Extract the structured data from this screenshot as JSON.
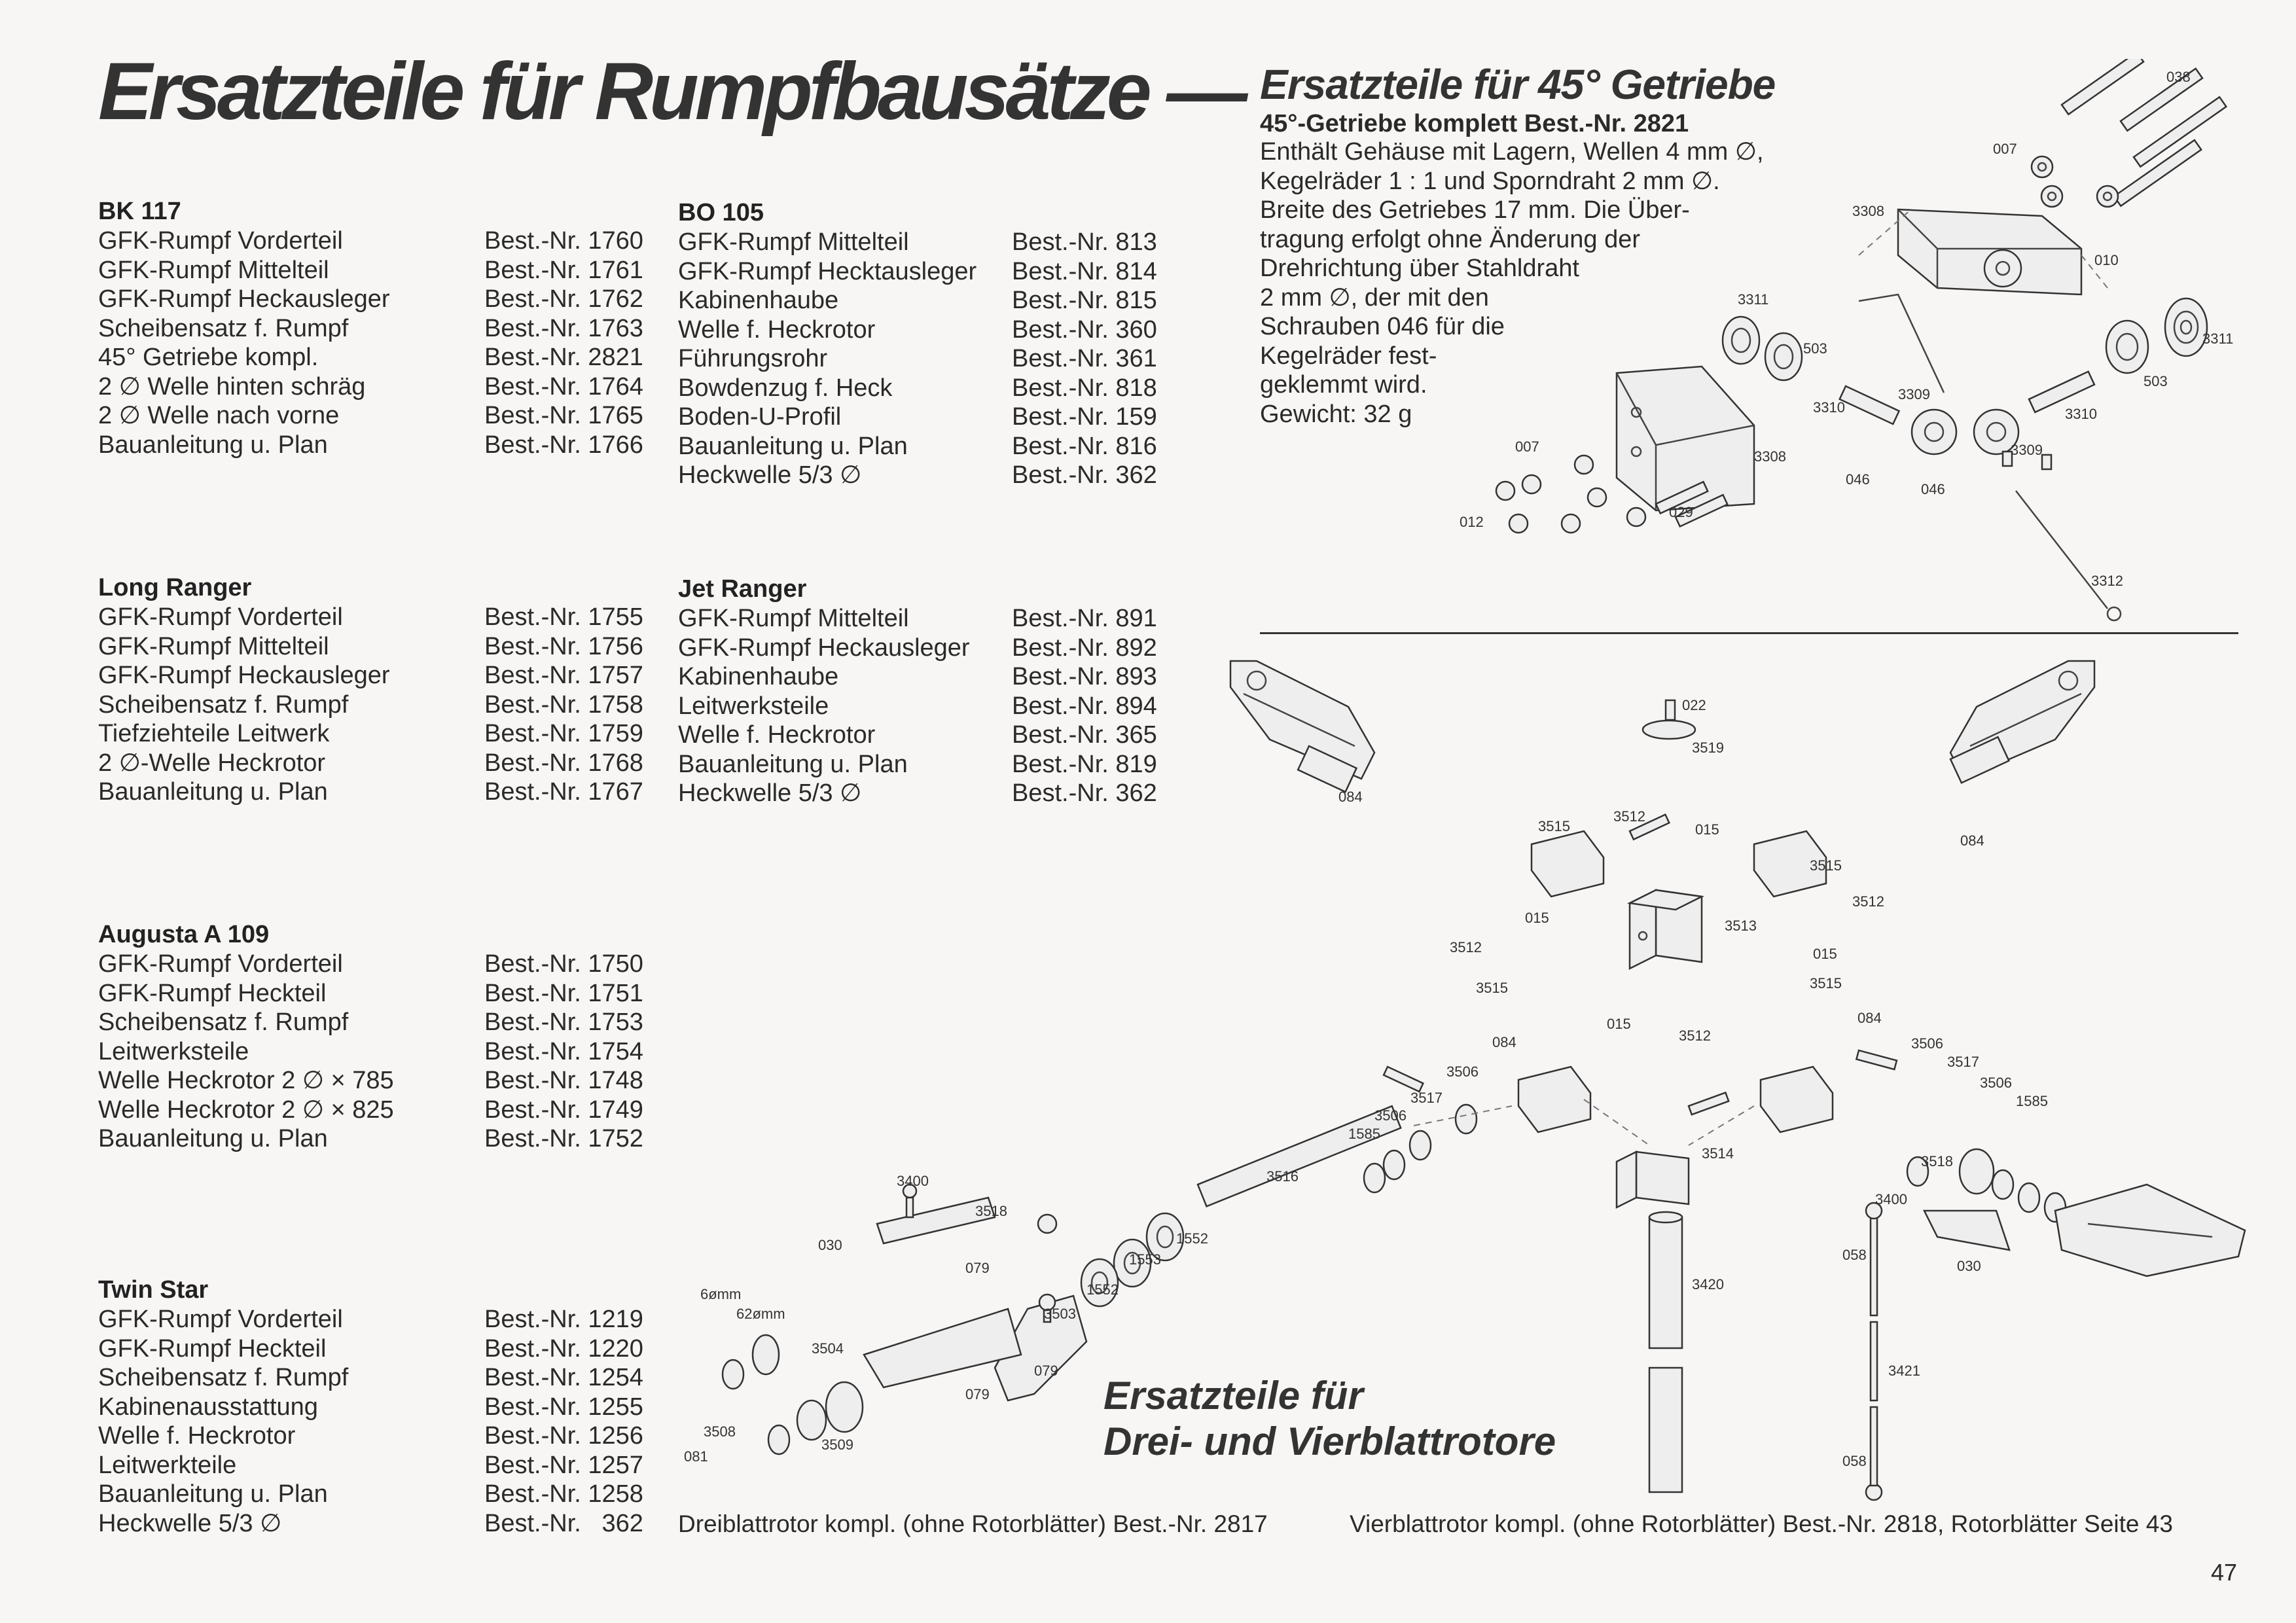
{
  "title": "Ersatzteile für Rumpfbausätze —",
  "sections": {
    "bk117": {
      "name": "BK 117",
      "items": [
        {
          "name": "GFK-Rumpf Vorderteil",
          "nr": "Best.-Nr. 1760"
        },
        {
          "name": "GFK-Rumpf Mittelteil",
          "nr": "Best.-Nr. 1761"
        },
        {
          "name": "GFK-Rumpf Heckausleger",
          "nr": "Best.-Nr. 1762"
        },
        {
          "name": "Scheibensatz f. Rumpf",
          "nr": "Best.-Nr. 1763"
        },
        {
          "name": "45° Getriebe kompl.",
          "nr": "Best.-Nr. 2821"
        },
        {
          "name": "2 ∅ Welle hinten schräg",
          "nr": "Best.-Nr. 1764"
        },
        {
          "name": "2 ∅ Welle nach vorne",
          "nr": "Best.-Nr. 1765"
        },
        {
          "name": "Bauanleitung u. Plan",
          "nr": "Best.-Nr. 1766"
        }
      ]
    },
    "longranger": {
      "name": "Long Ranger",
      "items": [
        {
          "name": "GFK-Rumpf Vorderteil",
          "nr": "Best.-Nr. 1755"
        },
        {
          "name": "GFK-Rumpf Mittelteil",
          "nr": "Best.-Nr. 1756"
        },
        {
          "name": "GFK-Rumpf Heckausleger",
          "nr": "Best.-Nr. 1757"
        },
        {
          "name": "Scheibensatz f. Rumpf",
          "nr": "Best.-Nr. 1758"
        },
        {
          "name": "Tiefziehteile Leitwerk",
          "nr": "Best.-Nr. 1759"
        },
        {
          "name": "2 ∅-Welle Heckrotor",
          "nr": "Best.-Nr. 1768"
        },
        {
          "name": "Bauanleitung u. Plan",
          "nr": "Best.-Nr. 1767"
        }
      ]
    },
    "augusta": {
      "name": "Augusta A 109",
      "items": [
        {
          "name": "GFK-Rumpf Vorderteil",
          "nr": "Best.-Nr. 1750"
        },
        {
          "name": "GFK-Rumpf Heckteil",
          "nr": "Best.-Nr. 1751"
        },
        {
          "name": "Scheibensatz f. Rumpf",
          "nr": "Best.-Nr. 1753"
        },
        {
          "name": "Leitwerksteile",
          "nr": "Best.-Nr. 1754"
        },
        {
          "name": "Welle Heckrotor 2 ∅ × 785",
          "nr": "Best.-Nr. 1748"
        },
        {
          "name": "Welle Heckrotor 2 ∅ × 825",
          "nr": "Best.-Nr. 1749"
        },
        {
          "name": "Bauanleitung u. Plan",
          "nr": "Best.-Nr. 1752"
        }
      ]
    },
    "twinstar": {
      "name": "Twin Star",
      "items": [
        {
          "name": "GFK-Rumpf Vorderteil",
          "nr": "Best.-Nr. 1219"
        },
        {
          "name": "GFK-Rumpf Heckteil",
          "nr": "Best.-Nr. 1220"
        },
        {
          "name": "Scheibensatz f. Rumpf",
          "nr": "Best.-Nr. 1254"
        },
        {
          "name": "Kabinenausstattung",
          "nr": "Best.-Nr. 1255"
        },
        {
          "name": "Welle f. Heckrotor",
          "nr": "Best.-Nr. 1256"
        },
        {
          "name": "Leitwerkteile",
          "nr": "Best.-Nr. 1257"
        },
        {
          "name": "Bauanleitung u. Plan",
          "nr": "Best.-Nr. 1258"
        },
        {
          "name": "Heckwelle 5/3 ∅",
          "nr": "Best.-Nr.   362"
        }
      ]
    },
    "bo105": {
      "name": "BO 105",
      "items": [
        {
          "name": "GFK-Rumpf Mittelteil",
          "nr": "Best.-Nr. 813"
        },
        {
          "name": "GFK-Rumpf Hecktausleger",
          "nr": "Best.-Nr. 814"
        },
        {
          "name": "Kabinenhaube",
          "nr": "Best.-Nr. 815"
        },
        {
          "name": "Welle f. Heckrotor",
          "nr": "Best.-Nr. 360"
        },
        {
          "name": "Führungsrohr",
          "nr": "Best.-Nr. 361"
        },
        {
          "name": "Bowdenzug f. Heck",
          "nr": "Best.-Nr. 818"
        },
        {
          "name": "Boden-U-Profil",
          "nr": "Best.-Nr. 159"
        },
        {
          "name": "Bauanleitung u. Plan",
          "nr": "Best.-Nr. 816"
        },
        {
          "name": "Heckwelle 5/3 ∅",
          "nr": "Best.-Nr. 362"
        }
      ]
    },
    "jetranger": {
      "name": "Jet Ranger",
      "items": [
        {
          "name": "GFK-Rumpf Mittelteil",
          "nr": "Best.-Nr. 891"
        },
        {
          "name": "GFK-Rumpf Heckausleger",
          "nr": "Best.-Nr. 892"
        },
        {
          "name": "Kabinenhaube",
          "nr": "Best.-Nr. 893"
        },
        {
          "name": "Leitwerksteile",
          "nr": "Best.-Nr. 894"
        },
        {
          "name": "Welle f. Heckrotor",
          "nr": "Best.-Nr. 365"
        },
        {
          "name": "Bauanleitung u. Plan",
          "nr": "Best.-Nr. 819"
        },
        {
          "name": "Heckwelle 5/3 ∅",
          "nr": "Best.-Nr. 362"
        }
      ]
    }
  },
  "gearbox": {
    "title": "Ersatzteile für 45° Getriebe",
    "subtitle": "45°-Getriebe komplett Best.-Nr. 2821",
    "lines": [
      "Enthält Gehäuse mit Lagern, Wellen 4 mm ∅,",
      "Kegelräder 1 : 1 und Sporndraht 2 mm ∅.",
      "Breite des Getriebes 17 mm. Die Über-",
      "tragung erfolgt ohne Änderung der",
      "Drehrichtung über Stahldraht",
      "2 mm ∅, der mit den",
      "Schrauben 046 für die",
      "Kegelräder fest-",
      "geklemmt wird.",
      "Gewicht: 32 g"
    ],
    "part_labels": {
      "p038": "038",
      "p007a": "007",
      "p3308a": "3308",
      "p010": "010",
      "p3311a": "3311",
      "p503a": "503",
      "p3311b": "3311",
      "p503b": "503",
      "p3310a": "3310",
      "p3309a": "3309",
      "p3310b": "3310",
      "p3309b": "3309",
      "p007b": "007",
      "p3308b": "3308",
      "p046a": "046",
      "p046b": "046",
      "p012": "012",
      "p029": "029",
      "p3312": "3312"
    }
  },
  "rotor": {
    "title_line1": "Ersatzteile für",
    "title_line2": "Drei- und Vierblattrotore",
    "caption_left": "Dreiblattrotor kompl. (ohne Rotorblätter) Best.-Nr. 2817",
    "caption_right": "Vierblattrotor kompl. (ohne Rotorblätter) Best.-Nr. 2818, Rotorblätter Seite 43",
    "part_labels": {
      "l022": "022",
      "l3519": "3519",
      "l084a": "084",
      "l3515a": "3515",
      "l3512a": "3512",
      "l015a": "015",
      "l084b": "084",
      "l3515b": "3515",
      "l3512b": "3512",
      "l015b": "015",
      "l3512c": "3512",
      "l3513": "3513",
      "l015c": "015",
      "l3515c": "3515",
      "l3515d": "3515",
      "l015d": "015",
      "l3512d": "3512",
      "l084c": "084",
      "l084d": "084",
      "l3506a": "3506",
      "l3517a": "3517",
      "l3506b": "3506",
      "l1585a": "1585",
      "l3506c": "3506",
      "l3517b": "3517",
      "l3506d": "3506",
      "l1585b": "1585",
      "l3514": "3514",
      "l3518a": "3518",
      "l3400a": "3400",
      "l3516": "3516",
      "l3400b": "3400",
      "l3518b": "3518",
      "l030a": "030",
      "l079a": "079",
      "l1552a": "1552",
      "l1553": "1553",
      "l1552b": "1552",
      "l058a": "058",
      "l030b": "030",
      "l3420": "3420",
      "l6mm": "6ømm",
      "l62mm": "62ømm",
      "l3503": "3503",
      "l3504": "3504",
      "l079b": "079",
      "l079c": "079",
      "l3421": "3421",
      "l3508": "3508",
      "l3509": "3509",
      "l081": "081",
      "l058b": "058"
    }
  },
  "page_number": "47"
}
